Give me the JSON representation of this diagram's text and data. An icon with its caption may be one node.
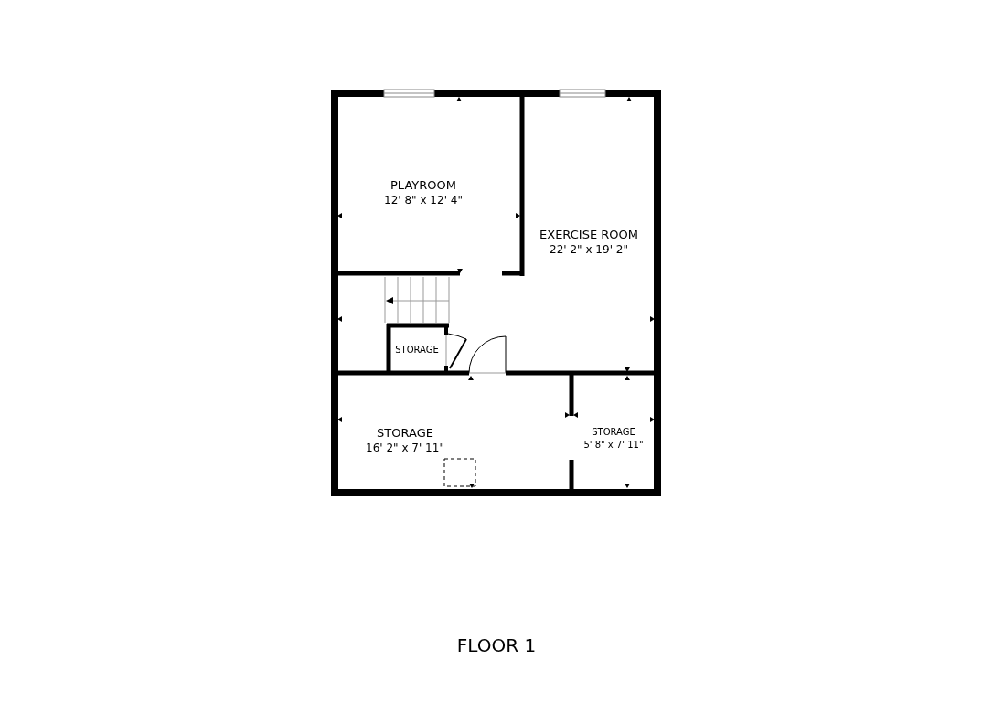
{
  "diagram": {
    "caption": "FLOOR 1",
    "labels": [
      "PLAYROOM",
      "12' 8\" x 12' 4\"",
      "EXERCISE ROOM",
      "22' 2\" x 19' 2\"",
      "STORAGE",
      "STORAGE",
      "16' 2\" x 7' 11\"",
      "STORAGE",
      "5' 8\" x 7' 11\""
    ]
  }
}
